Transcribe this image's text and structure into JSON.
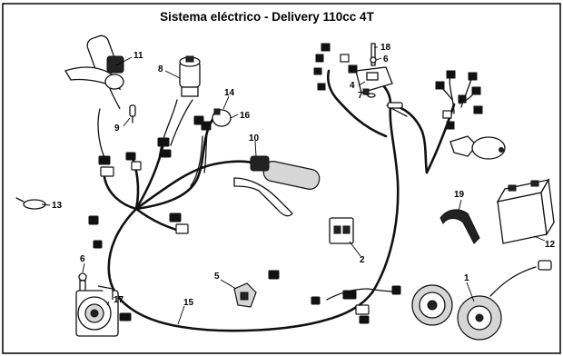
{
  "title": "Sistema eléctrico - Delivery 110cc 4T",
  "callouts": [
    "1",
    "2",
    "4",
    "5",
    "6",
    "6",
    "7",
    "8",
    "9",
    "10",
    "11",
    "12",
    "13",
    "14",
    "15",
    "16",
    "17",
    "18",
    "19"
  ]
}
